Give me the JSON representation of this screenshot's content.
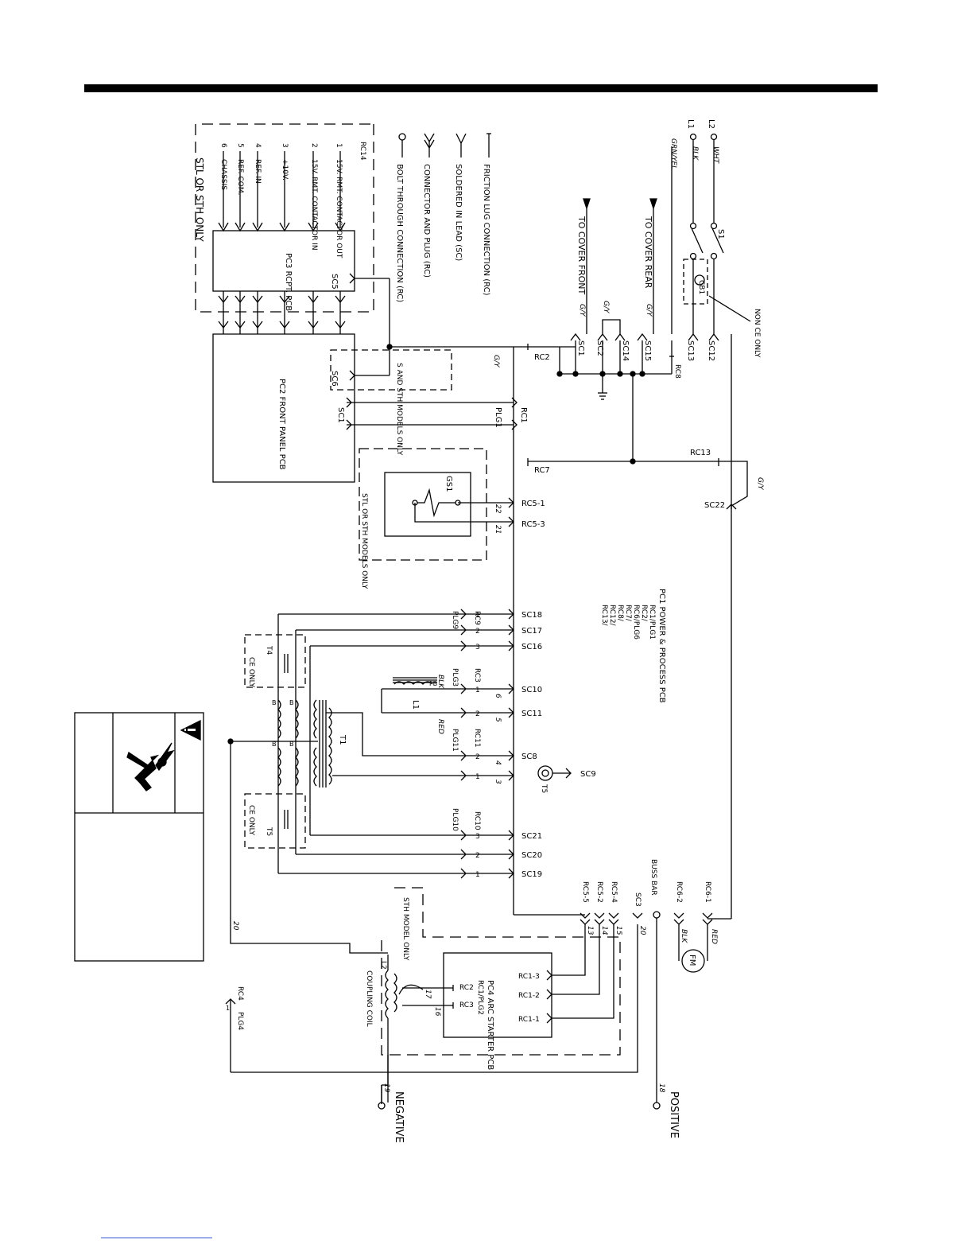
{
  "legend": {
    "friction_lug": "FRICTION LUG CONNECTION (RC)",
    "soldered": "SOLDERED IN LEAD (SC)",
    "connector_plug": "CONNECTOR AND PLUG (RC)",
    "bolt_through": "BOLT THROUGH CONNECTION (RC)"
  },
  "input": {
    "l1": "L1",
    "l2": "L2",
    "l1_color": "BLK",
    "l2_color": "WHT",
    "ground_color": "GRN/YEL",
    "switch": "S1",
    "breaker": "CB1",
    "breaker_note": "NON CE ONLY",
    "to_cover_front": "TO COVER FRONT",
    "to_cover_rear": "TO COVER REAR",
    "gy": "G/Y"
  },
  "splices": {
    "sc1": "SC1",
    "sc2": "SC2",
    "sc14": "SC14",
    "sc15": "SC15",
    "sc13": "SC13",
    "sc12": "SC12",
    "sc5": "SC5",
    "sc6": "SC6",
    "sc22": "SC22",
    "sc18": "SC18",
    "sc17": "SC17",
    "sc16": "SC16",
    "sc10": "SC10",
    "sc11": "SC11",
    "sc8": "SC8",
    "sc9": "SC9",
    "sc21": "SC21",
    "sc20": "SC20",
    "sc19": "SC19",
    "sc3": "SC3"
  },
  "connectors": {
    "rc2": "RC2",
    "rc8": "RC8",
    "rc1": "RC1",
    "plg1": "PLG1",
    "rc13": "RC13",
    "rc7": "RC7",
    "rc5_1": "RC5-1",
    "rc5_3": "RC5-3",
    "rc9": "RC9",
    "plg9": "PLG9",
    "rc3": "RC3",
    "plg3": "PLG3",
    "rc11": "RC11",
    "plg11": "PLG11",
    "rc10": "RC10",
    "plg10": "PLG10",
    "rc5_5": "RC5-5",
    "rc5_2": "RC5-2",
    "rc5_4": "RC5-4",
    "rc6_2": "RC6-2",
    "rc6_1": "RC6-1",
    "rc4": "RC4",
    "plg4": "PLG4",
    "buss_bar": "BUSS BAR"
  },
  "rc14": {
    "title": "RC14",
    "pins": [
      {
        "num": "1",
        "label": "15V. RMT. CONTACTOR OUT"
      },
      {
        "num": "2",
        "label": "15V. RMT. CONTACTOR IN"
      },
      {
        "num": "3",
        "label": "+10V."
      },
      {
        "num": "4",
        "label": "REF. IN"
      },
      {
        "num": "5",
        "label": "REF. COM."
      },
      {
        "num": "6",
        "label": "CHASSIS"
      }
    ],
    "note": "STL OR STH ONLY"
  },
  "boards": {
    "pc3": "PC3 RCPT. PCB",
    "pc2": "PC2 FRONT PANEL PCB",
    "pc2_sc1": "SC1",
    "s_sth_note": "S AND STH MODELS ONLY",
    "stl_sth_note": "STL OR STH MODELS ONLY",
    "gs1": "GS1",
    "pc1_title": "PC1 POWER & PROCESS PCB",
    "pc1_conns": [
      "RC1/PLG1",
      "RC2/",
      "RC6/PLG6",
      "RC7/",
      "RC8/",
      "RC12/",
      "RC13/"
    ],
    "pc4": "PC4 ARC STARTER PCB",
    "pc4_sub": "RC1/PLG2",
    "pc4_rc1_3": "RC1-3",
    "pc4_rc1_2": "RC1-2",
    "pc4_rc1_1": "RC1-1",
    "pc4_rc2": "RC2",
    "pc4_rc3": "RC3",
    "sth_model_only": "STH MODEL ONLY",
    "l2": "L2",
    "coupling_coil": "COUPLING COIL",
    "t4": "T4",
    "t5": "T5",
    "t1": "T1",
    "t5_ct": "T5",
    "l1": "L1",
    "ce_only": "CE ONLY",
    "fm": "FM"
  },
  "wire_numbers": {
    "w1": "1",
    "w2": "2",
    "w22": "22",
    "w21": "21",
    "w6": "6",
    "w5": "5",
    "w4": "4",
    "w3": "3",
    "w13": "13",
    "w14": "14",
    "w15": "15",
    "w20": "20",
    "w17": "17",
    "w16": "16",
    "w18": "18",
    "w19": "19",
    "blk": "BLK",
    "red": "RED",
    "b": "B",
    "fb": "FB"
  },
  "pins_generic": {
    "p1": "1",
    "p2": "2",
    "p3": "3"
  },
  "outputs": {
    "positive": "POSITIVE",
    "negative": "NEGATIVE"
  },
  "warning_symbol": "electric-shock-warning",
  "colors": {
    "ink": "#000000",
    "paper": "#ffffff"
  }
}
